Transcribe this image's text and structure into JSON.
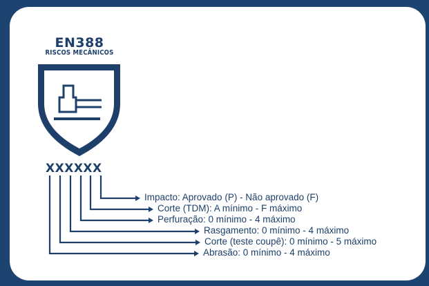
{
  "header": {
    "standard": "EN388",
    "category": "RISCOS MECÂNICOS"
  },
  "code_label": "XXXXXX",
  "lines": [
    {
      "text": "Impacto: Aprovado (P) - Não aprovado (F)"
    },
    {
      "text": "Corte (TDM): A mínimo - F máximo"
    },
    {
      "text": "Perfuração: 0 mínimo - 4 máximo"
    },
    {
      "text": "Rasgamento: 0 mínimo - 4 máximo"
    },
    {
      "text": "Corte (teste coupê): 0 mínimo - 5 máximo"
    },
    {
      "text": "Abrasão: 0 mínimo - 4 máximo"
    }
  ],
  "colors": {
    "background": "#1d4470",
    "card": "#ffffff",
    "ink": "#1d3f6a"
  },
  "icons": [
    "shield-hammer-icon"
  ]
}
